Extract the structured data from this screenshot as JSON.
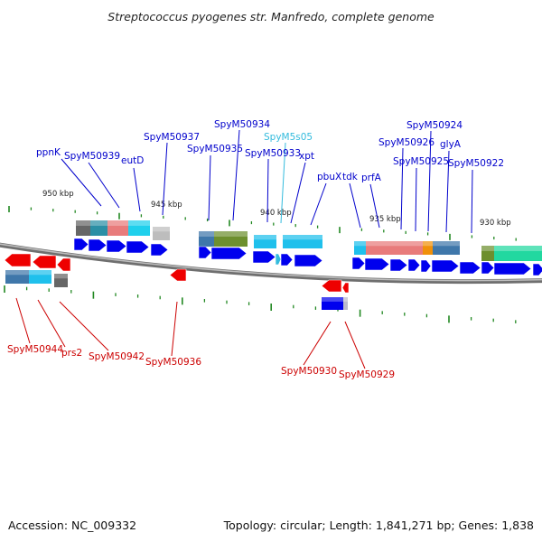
{
  "title": "Streptococcus pyogenes str. Manfredo, complete genome",
  "footer": {
    "accession": "Accession: NC_009332",
    "summary": "Topology: circular; Length: 1,841,271 bp; Genes: 1,838"
  },
  "colors": {
    "forward_label": "#0000cc",
    "reverse_label": "#cc0000",
    "highlight_label": "#33bbdd",
    "forward_gene": "#0000ee",
    "reverse_gene": "#ee0000",
    "tick": "#228822",
    "backbone": "#888888"
  },
  "scale": {
    "unit": "kbp",
    "ticks": [
      "950 kbp",
      "945 kbp",
      "940 kbp",
      "935 kbp",
      "930 kbp"
    ]
  },
  "gene_labels": {
    "forward": [
      "ppnK",
      "SpyM50939",
      "eutD",
      "SpyM50937",
      "SpyM50935",
      "SpyM50934",
      "SpyM50933",
      "SpyM5s05",
      "xpt",
      "pbuX",
      "tdk",
      "prfA",
      "SpyM50926",
      "SpyM50925",
      "SpyM50924",
      "glyA",
      "SpyM50922"
    ],
    "reverse": [
      "SpyM50944",
      "prs2",
      "SpyM50942",
      "SpyM50936",
      "SpyM50930",
      "SpyM50929"
    ]
  }
}
